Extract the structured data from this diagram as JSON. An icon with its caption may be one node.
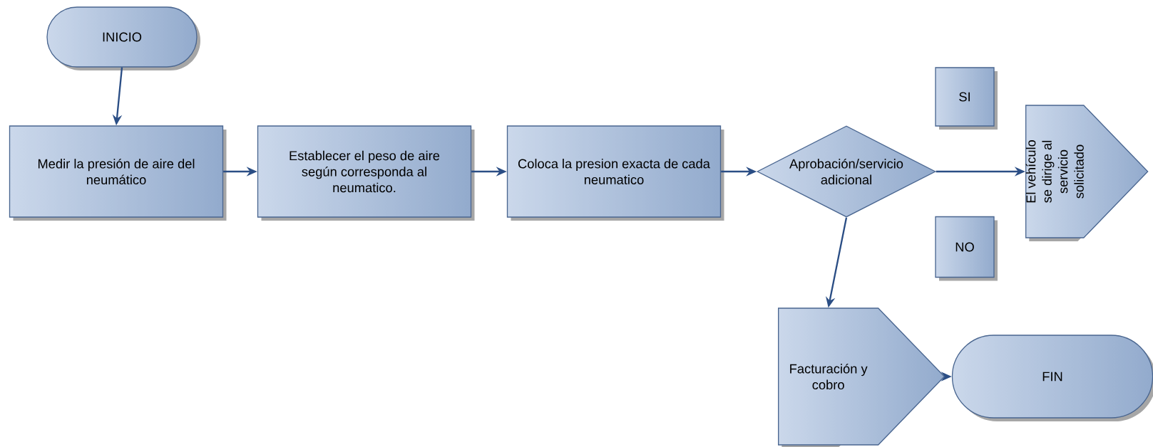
{
  "diagram": {
    "nodes": [
      {
        "text": [
          "INICIO"
        ]
      },
      {
        "text": [
          "Medir la presión  de aire del neumático"
        ]
      },
      {
        "text": [
          "Establecer el peso de aire según corresponda al neumatico."
        ]
      },
      {
        "text": [
          "Coloca la presion exacta de cada neumatico"
        ]
      },
      {
        "text": [
          "Aprobación/servicio adicional"
        ]
      },
      {
        "text": [
          "SI"
        ]
      },
      {
        "text": [
          "El vehículo se dirige al servicio solicitado"
        ]
      },
      {
        "text": [
          "NO"
        ]
      },
      {
        "text": [
          "Facturación y cobro"
        ]
      },
      {
        "text": [
          "FIN"
        ]
      }
    ],
    "edges": [
      {
        "from": 0,
        "to": 1,
        "arrow": "to"
      },
      {
        "from": 1,
        "to": 2,
        "arrow": "to"
      },
      {
        "from": 2,
        "to": 3,
        "arrow": "to"
      },
      {
        "from": 3,
        "to": 4,
        "arrow": "to"
      },
      {
        "from": 4,
        "to": 6,
        "arrow": "to"
      },
      {
        "from": 4,
        "to": 8,
        "arrow": "to"
      },
      {
        "from": 8,
        "to": 9,
        "arrow": "to"
      }
    ]
  }
}
